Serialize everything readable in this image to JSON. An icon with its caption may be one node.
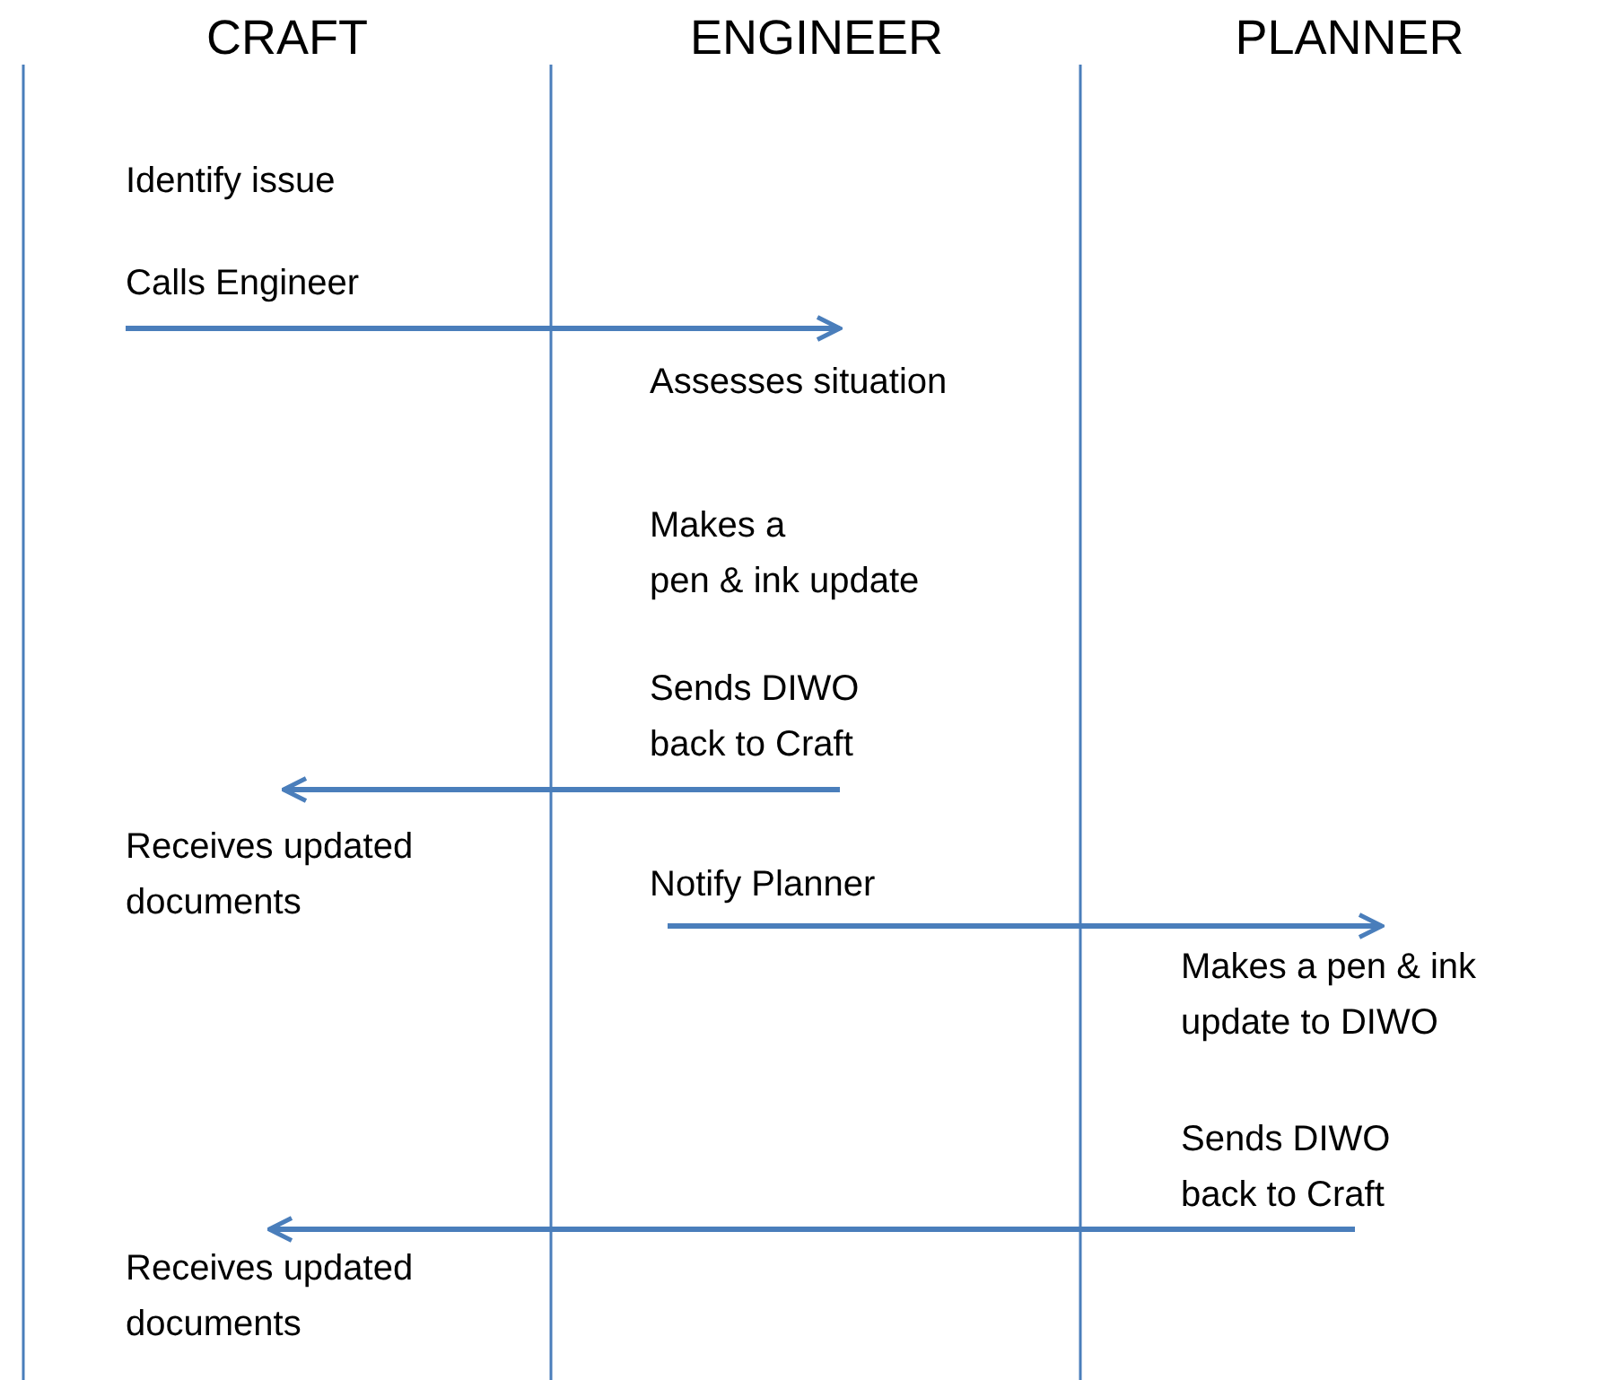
{
  "diagram": {
    "nodes": [
      {
        "text": [
          "Identify issue"
        ]
      },
      {
        "text": [
          "Calls Engineer"
        ]
      },
      {
        "text": [
          "Assesses situation"
        ]
      },
      {
        "text": [
          "Makes a pen & ink update"
        ]
      },
      {
        "text": [
          "Sends DIWO back to Craft"
        ]
      },
      {
        "text": [
          "Receives updated documents"
        ]
      },
      {
        "text": [
          "Notify Planner"
        ]
      },
      {
        "text": [
          "Makes a pen & ink update to DIWO"
        ]
      },
      {
        "text": [
          "Sends DIWO back to Craft"
        ]
      },
      {
        "text": [
          "Receives updated documents"
        ]
      }
    ],
    "edges": [
      {
        "from": 1,
        "to": 2,
        "arrow": "to"
      },
      {
        "from": 4,
        "to": 5,
        "arrow": "to"
      },
      {
        "from": 6,
        "to": 7,
        "arrow": "to"
      },
      {
        "from": 8,
        "to": 9,
        "arrow": "to"
      }
    ],
    "labels": [
      "CRAFT",
      "ENGINEER",
      "PLANNER"
    ]
  }
}
